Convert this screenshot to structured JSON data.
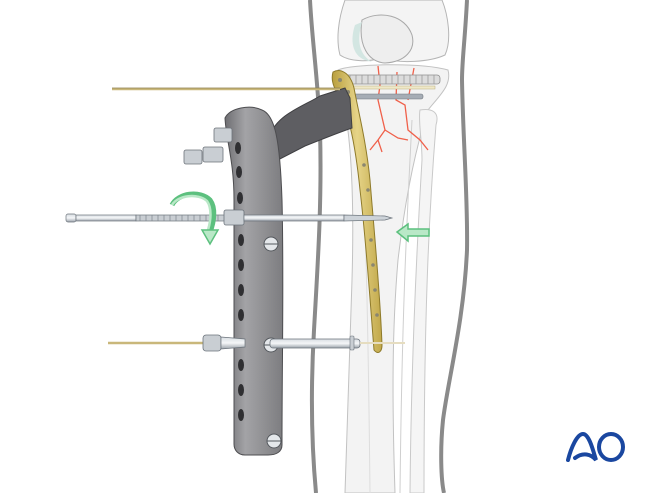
{
  "figure": {
    "subject": "Proximal tibia fracture – MIPO plate insertion with aiming arm",
    "logo_text": "AO",
    "elements": {
      "leg_outline": "leg-outline",
      "femur": "femur",
      "tibia": "tibia",
      "fibula": "fibula",
      "fracture_lines": "fracture-lines",
      "plate": "lcp-plate",
      "aiming_arm": "aiming-arm",
      "kirschner_wire_top": "k-wire-proximal",
      "kirschner_wire_bottom": "k-wire-distal",
      "threaded_pulling_device": "pull-reduction-device",
      "rotation_arrow": "rotate-arrow",
      "push_arrow": "push-left-arrow"
    }
  },
  "colors": {
    "logo_blue": "#1a47a0",
    "arrow_green": "#5cc07e",
    "arrow_green_fill": "#b9e8c7",
    "fracture_red": "#f0604a",
    "plate_gold": "#d9c26a",
    "arm_gray": "#8a8a8c",
    "arm_dark": "#5f5f63",
    "outline_gray": "#888888",
    "bone_fill": "#f2f2f2",
    "cartilage": "#d3e6e2"
  }
}
